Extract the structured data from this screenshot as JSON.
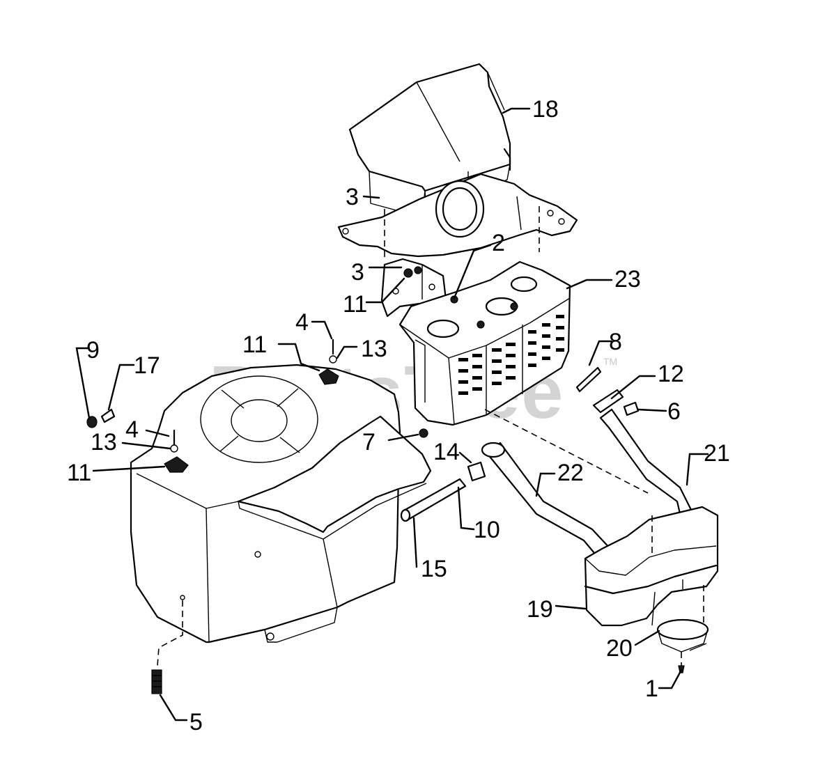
{
  "diagram": {
    "watermark": "PartsTree",
    "watermark_tm": "TM",
    "callouts": [
      {
        "id": "c1",
        "text": "1"
      },
      {
        "id": "c2",
        "text": "2"
      },
      {
        "id": "c3a",
        "text": "3"
      },
      {
        "id": "c3b",
        "text": "3"
      },
      {
        "id": "c4a",
        "text": "4"
      },
      {
        "id": "c4b",
        "text": "4"
      },
      {
        "id": "c5",
        "text": "5"
      },
      {
        "id": "c6",
        "text": "6"
      },
      {
        "id": "c7",
        "text": "7"
      },
      {
        "id": "c8",
        "text": "8"
      },
      {
        "id": "c9",
        "text": "9"
      },
      {
        "id": "c10",
        "text": "10"
      },
      {
        "id": "c11a",
        "text": "11"
      },
      {
        "id": "c11b",
        "text": "11"
      },
      {
        "id": "c11c",
        "text": "11"
      },
      {
        "id": "c12",
        "text": "12"
      },
      {
        "id": "c13a",
        "text": "13"
      },
      {
        "id": "c13b",
        "text": "13"
      },
      {
        "id": "c14",
        "text": "14"
      },
      {
        "id": "c15",
        "text": "15"
      },
      {
        "id": "c17",
        "text": "17"
      },
      {
        "id": "c18",
        "text": "18"
      },
      {
        "id": "c19",
        "text": "19"
      },
      {
        "id": "c20",
        "text": "20"
      },
      {
        "id": "c21",
        "text": "21"
      },
      {
        "id": "c22",
        "text": "22"
      },
      {
        "id": "c23",
        "text": "23"
      }
    ]
  }
}
